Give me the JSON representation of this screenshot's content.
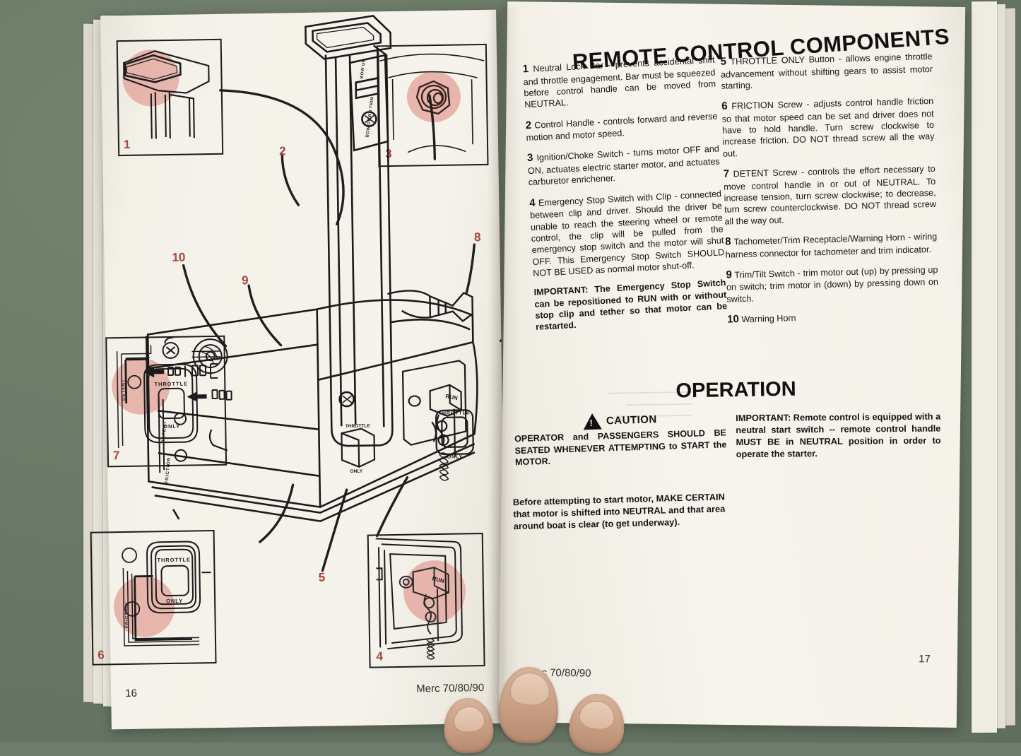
{
  "scene": {
    "background_color": "#6e7d6b",
    "object": "open-booklet-on-table",
    "description": "Mercury outboard owner's manual opened to pages 16-17 held by a hand"
  },
  "left_page": {
    "page_number": "16",
    "footer": "Merc 70/80/90",
    "figure": {
      "title": "Remote control components exploded callout diagram",
      "callouts": [
        {
          "id": "1",
          "label": "Neutral Lock Bar detail"
        },
        {
          "id": "2",
          "label": "Control Handle"
        },
        {
          "id": "3",
          "label": "Ignition/Choke Switch detail"
        },
        {
          "id": "4",
          "label": "Emergency Stop Switch with Clip detail"
        },
        {
          "id": "5",
          "label": "THROTTLE ONLY Button"
        },
        {
          "id": "6",
          "label": "FRICTION Screw detail"
        },
        {
          "id": "7",
          "label": "DETENT Screw detail"
        },
        {
          "id": "8",
          "label": "Tachometer/Trim Receptacle/Warning Horn"
        },
        {
          "id": "9",
          "label": "Trim/Tilt Switch"
        },
        {
          "id": "10",
          "label": "Warning Horn"
        }
      ],
      "inline_labels": [
        "BOW UP",
        "BOW DOWN TRIM",
        "THROTTLE",
        "ONLY",
        "RUN",
        "DETENT",
        "FRICTION"
      ],
      "highlight_color": "#e3a79d",
      "callout_number_color": "#a8453c"
    }
  },
  "right_page": {
    "page_number": "17",
    "footer": "Merc 70/80/90",
    "heading": "REMOTE CONTROL COMPONENTS",
    "column_left": [
      {
        "num": "1",
        "text": "Neutral Lock Bar - prevents accidental shift and throttle engagement. Bar must be squeezed before control handle can be moved from NEUTRAL."
      },
      {
        "num": "2",
        "text": "Control Handle - controls forward and reverse motion and motor speed."
      },
      {
        "num": "3",
        "text": "Ignition/Choke Switch - turns motor OFF and ON, actuates electric starter motor, and actuates carburetor enrichener."
      },
      {
        "num": "4",
        "text": "Emergency Stop Switch with Clip - connected between clip and driver. Should the driver be unable to reach the steering wheel or remote control, the clip will be pulled from the emergency stop switch and the motor will shut OFF. This Emergency Stop Switch SHOULD NOT BE USED as normal motor shut-off."
      }
    ],
    "column_left_important": "IMPORTANT: The Emergency Stop Switch can be repositioned to RUN with or without stop clip and tether so that motor can be restarted.",
    "column_right": [
      {
        "num": "5",
        "text": "THROTTLE ONLY Button - allows engine throttle advancement without shifting gears to assist motor starting."
      },
      {
        "num": "6",
        "text": "FRICTION Screw - adjusts control handle friction so that motor speed can be set and driver does not have to hold handle. Turn screw clockwise to increase friction. DO NOT thread screw all the way out."
      },
      {
        "num": "7",
        "text": "DETENT Screw - controls the effort necessary to move control handle in or out of NEUTRAL. To increase tension, turn screw clockwise; to decrease, turn screw counterclockwise. DO NOT thread screw all the way out."
      },
      {
        "num": "8",
        "text": "Tachometer/Trim Receptacle/Warning Horn - wiring harness connector for tachometer and trim indicator."
      },
      {
        "num": "9",
        "text": "Trim/Tilt Switch - trim motor out (up) by pressing up on switch; trim motor in (down) by pressing down on switch."
      },
      {
        "num": "10",
        "text": "Warning Horn"
      }
    ],
    "operation": {
      "heading": "OPERATION",
      "caution_label": "CAUTION",
      "caution_text": "OPERATOR and PASSENGERS SHOULD BE SEATED WHENEVER ATTEMPTING to START the MOTOR.",
      "before_text": "Before attempting to start motor, MAKE CERTAIN that motor is shifted into NEUTRAL and that area around boat is clear (to get underway).",
      "important_text": "IMPORTANT: Remote control is equipped with a neutral start switch -- remote control handle MUST BE in NEUTRAL position in order to operate the starter."
    }
  }
}
